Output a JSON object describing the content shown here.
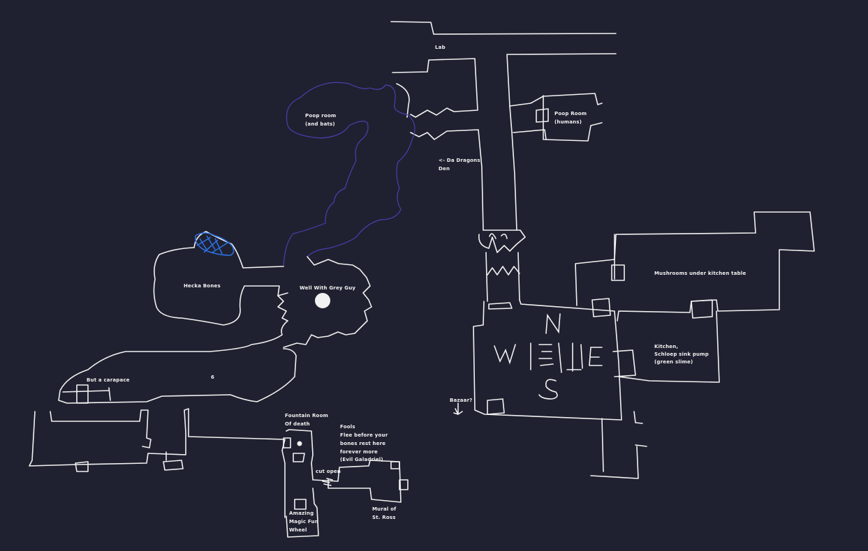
{
  "map": {
    "labels": {
      "lab": "Lab",
      "poop_bats": "Poop room",
      "poop_bats_2": "(and bats)",
      "poop_humans": "Poop Room",
      "poop_humans_2": "(humans)",
      "dragons_den": "<- Da Dragons",
      "dragons_den_2": "Den",
      "mushrooms": "Mushrooms under kitchen table",
      "kitchen": "Kitchen,",
      "kitchen_2": "Schloep sink pump",
      "kitchen_3": "(green slime)",
      "hecka_bones": "Hecka Bones",
      "well": "Well With Grey Guy",
      "carapace": "But a carapace",
      "six": "6",
      "fountain": "Fountain Room",
      "fountain_2": "Of death",
      "fools_1": "Fools",
      "fools_2": "Flee before your",
      "fools_3": "bones rest here",
      "fools_4": "forever more",
      "fools_5": "(Evil Galadriel)",
      "cut_open": "cut open",
      "mural": "Mural of",
      "mural_2": "St. Ross",
      "wheel": "Amazing",
      "wheel_2": "Magic Fun",
      "wheel_3": "Wheel",
      "bazaar": "Bazaar?",
      "arrow_down": "↓"
    },
    "compass": {
      "n": "N",
      "w": "W",
      "e": "E",
      "s": "S"
    },
    "colors": {
      "background": "#1f2130",
      "walls": "#f2f2f2",
      "cave_outline": "#4a3fb0",
      "bones_pile": "#2d6fe0"
    }
  }
}
